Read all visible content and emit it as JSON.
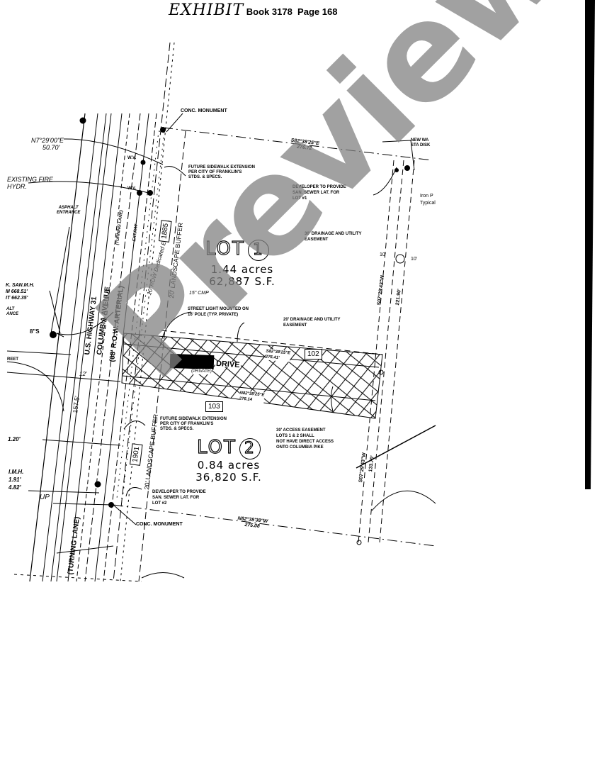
{
  "header": {
    "handwritten": "EXHIBIT",
    "book_label": "Book 3178",
    "page_label": "Page 168"
  },
  "watermark": "Preview",
  "lots": [
    {
      "title": "LOT",
      "number": "1",
      "acres": "1.44 acres",
      "square_feet": "62,887 S.F."
    },
    {
      "title": "LOT",
      "number": "2",
      "acres": "0.84 acres",
      "square_feet": "36,820 S.F."
    }
  ],
  "annotations": {
    "conc_monument_top": "CONC. MONUMENT",
    "conc_monument_bottom": "CONC. MONUMENT",
    "bearing_north": "N7°29'00\"E",
    "distance_north": "50.70'",
    "existing_fire_hydr_1": "EXISTING FIRE",
    "existing_fire_hydr_2": "HYDR.",
    "asphalt_entrance_1": "ASPHALT",
    "asphalt_entrance_2": "ENTRANCE",
    "top_bearing": "S82°38'25\"E",
    "top_distance": "276.72",
    "new_wa_sta_1": "NEW WA",
    "new_wa_sta_2": "STA DISK",
    "iron_pin_1": "Iron P",
    "iron_pin_2": "Typical",
    "future_sidewalk_1_l1": "FUTURE SIDEWALK EXTENSION",
    "future_sidewalk_1_l2": "PER CITY OF FRANKLIN'S",
    "future_sidewalk_1_l3": "STDS. & SPECS.",
    "developer_lot1_l1": "DEVELOPER TO PROVIDE",
    "developer_lot1_l2": "SAN. SEWER LAT. FOR",
    "developer_lot1_l3": "LOT #1",
    "drainage_easement_1_l1": "30' DRAINAGE AND UTILITY",
    "drainage_easement_1_l2": "EASEMENT",
    "ten_ft_left": "10'",
    "ten_ft_right": "10'",
    "east_bearing_1": "S07°29'43\"W",
    "east_distance_1": "221.90'",
    "san_mh_1": "K. SAN.M.H.",
    "san_mh_2": "M 668.51'",
    "san_mh_3": "IT 662.35'",
    "alt_ance_1": "ALT",
    "alt_ance_2": "ANCE",
    "eight_s": "8\"S",
    "us_highway": "U.S. HIGHWAY 31",
    "columbia_avenue": "COLUMBIA AVENUE",
    "row_arterial": "(68' R.O.W. ARTERIAL)",
    "turning_lane_top": "(TURNING LANE)",
    "turning_lane_bottom": "(TURNING LANE)",
    "ext_row": "EXT.R/W",
    "row_dedicated": "10' ROW Dedicated Easement",
    "landscape_buffer_top": "20' LANDSCAPE BUFFER",
    "landscape_buffer_bottom": "20' LANDSCAPE BUFFER",
    "box_1885": "1885",
    "box_1901": "1901",
    "box_102": "102",
    "box_103": "103",
    "cmp": "15\" CMP",
    "street_light_l1": "STREET LIGHT MOUNTED ON",
    "street_light_l2": "16' POLE (TYP. PRIVATE)",
    "drainage_easement_2_l1": "20' DRAINAGE AND UTILITY",
    "drainage_easement_2_l2": "EASEMENT",
    "drive_name": "DRIVE",
    "drive_private": "(PRIVATE)",
    "mid_bearing_1": "S82°38'25\"E",
    "mid_distance_1": "276.41'",
    "mid_bearing_2": "N82°38'25\"E",
    "mid_distance_2": "276.14",
    "street_left": "REET",
    "width_12": "12'",
    "distance_157": "157.5'",
    "left_dist_1": "1.20'",
    "mh_2_1": "I.M.H.",
    "mh_2_2": "1.91'",
    "mh_2_3": "4.82'",
    "up_label": "UP",
    "future_sidewalk_2_l1": "FUTURE SIDEWALK EXTENSION",
    "future_sidewalk_2_l2": "PER CITY OF FRANKLIN'S",
    "future_sidewalk_2_l3": "STDS. & SPECS.",
    "access_easement_l1": "30' ACCESS EASEMENT",
    "access_easement_l2": "LOTS 1 & 2 SHALL",
    "access_easement_l3": "NOT HAVE DIRECT ACCESS",
    "access_easement_l4": "ONTO COLUMBIA PIKE",
    "east_bearing_2": "S07°29'43\"W",
    "east_distance_2": "133.70'",
    "developer_lot2_l1": "DEVELOPER TO PROVIDE",
    "developer_lot2_l2": "SAN. SEWER LAT. FOR",
    "developer_lot2_l3": "LOT #2",
    "bottom_bearing": "N82°38'38\"W",
    "bottom_distance": "275.08",
    "wv_1": "W.V.",
    "wv_2": "W.V."
  }
}
